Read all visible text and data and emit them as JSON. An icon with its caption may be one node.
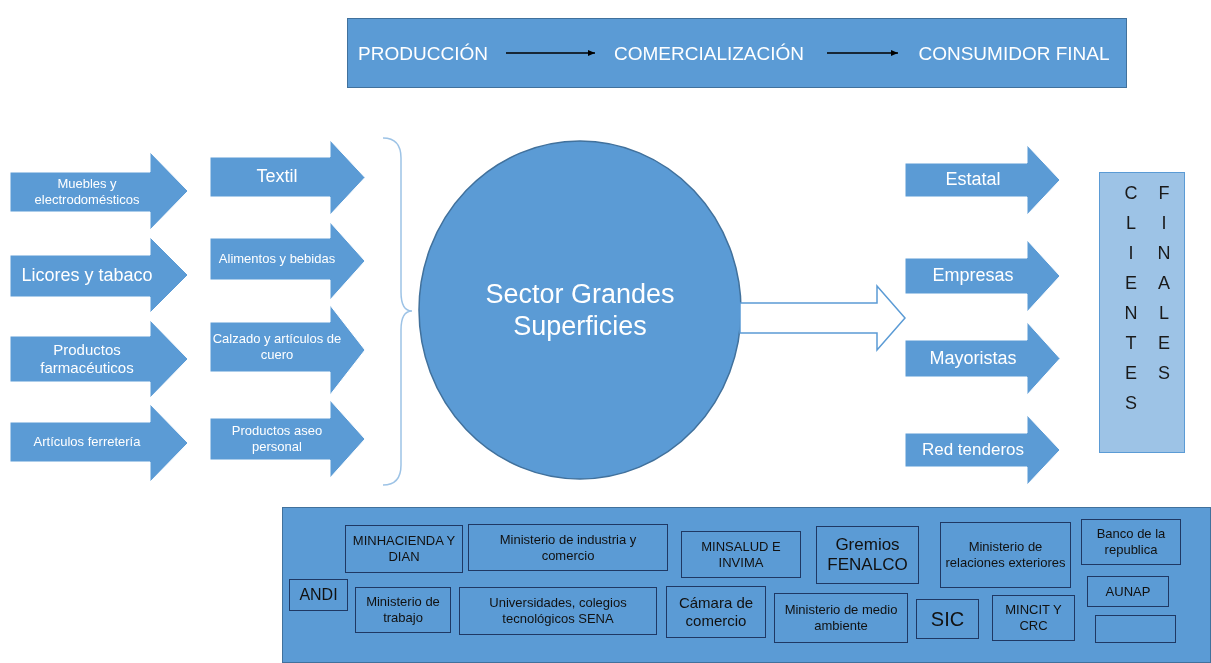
{
  "diagram": {
    "nodes": [
      {
        "text": [],
        "shape": "box"
      },
      {
        "text": [
          "PRODUCCIÓN"
        ],
        "in": 0
      },
      {
        "text": [
          "COMERCIALIZACIÓN"
        ],
        "in": 0
      },
      {
        "text": [
          "CONSUMIDOR FINAL"
        ],
        "in": 0
      },
      {
        "text": [
          "Muebles y electrodomésticos"
        ]
      },
      {
        "text": [
          "Licores y tabaco"
        ]
      },
      {
        "text": [
          "Productos farmacéuticos"
        ]
      },
      {
        "text": [
          "Artículos ferretería"
        ]
      },
      {
        "text": [
          "Textil"
        ]
      },
      {
        "text": [
          "Alimentos y bebidas"
        ]
      },
      {
        "text": [
          "Calzado y artículos de cuero"
        ]
      },
      {
        "text": [
          "Productos aseo personal"
        ]
      },
      {
        "text": [
          "Sector Grandes Superficies"
        ]
      },
      {
        "text": [
          "Estatal"
        ]
      },
      {
        "text": [
          "Empresas"
        ]
      },
      {
        "text": [
          "Mayoristas"
        ]
      },
      {
        "text": [
          "Red tenderos"
        ]
      },
      {
        "text": [
          "CLIENTES FINALES"
        ]
      },
      {
        "text": [],
        "shape": "box"
      },
      {
        "text": [
          "MINHACIENDA Y DIAN"
        ],
        "in": 18
      },
      {
        "text": [
          "Ministerio de industria y comercio"
        ],
        "in": 18
      },
      {
        "text": [
          "MINSALUD E INVIMA"
        ],
        "in": 18
      },
      {
        "text": [
          "Gremios FENALCO"
        ],
        "in": 18
      },
      {
        "text": [
          "Ministerio de relaciones exteriores"
        ],
        "in": 18
      },
      {
        "text": [
          "Banco de la republica"
        ],
        "in": 18
      },
      {
        "text": [
          "ANDI"
        ],
        "in": 18
      },
      {
        "text": [
          "Ministerio de trabajo"
        ],
        "in": 18
      },
      {
        "text": [
          "Universidades, colegios tecnológicos SENA"
        ],
        "in": 18
      },
      {
        "text": [
          "Cámara de comercio"
        ],
        "in": 18
      },
      {
        "text": [
          "Ministerio de medio ambiente"
        ],
        "in": 18
      },
      {
        "text": [
          "SIC"
        ],
        "in": 18
      },
      {
        "text": [
          "MINCIT Y CRC"
        ],
        "in": 18
      },
      {
        "text": [
          "AUNAP"
        ],
        "in": 18
      },
      {
        "text": [],
        "shape": "box",
        "in": 18
      }
    ],
    "edges": [
      {
        "from": 1,
        "to": 2,
        "arrow": "to"
      },
      {
        "from": 2,
        "to": 3,
        "arrow": "to"
      },
      {
        "from": 12,
        "to": null,
        "arrow": "to"
      }
    ]
  }
}
